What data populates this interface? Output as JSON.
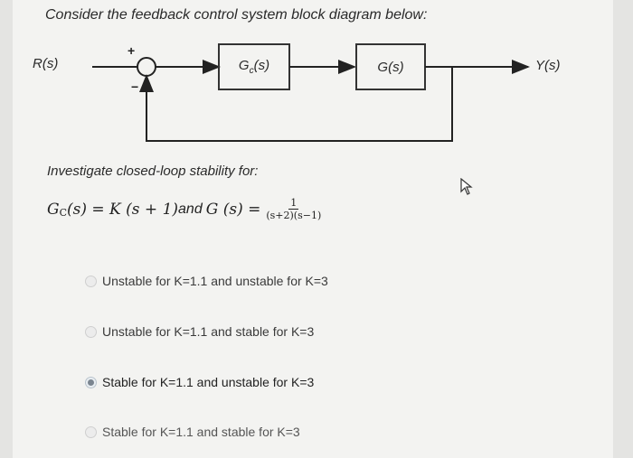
{
  "question": {
    "prompt": "Consider the feedback control system block diagram below:",
    "diagram": {
      "input_label": "R(s)",
      "output_label": "Y(s)",
      "controller_label": "Gc(s)",
      "plant_label": "G(s)",
      "plus_sign": "+",
      "minus_sign": "−"
    },
    "instruction": "Investigate closed-loop stability for:",
    "formula": {
      "lhs": "G",
      "lhs_sub": "C",
      "lhs_rest": " (s) = K (s + 1)",
      "and_text": "and",
      "rhs": "G (s) =",
      "numerator": "1",
      "denominator": "(s+2)(s−1)"
    }
  },
  "options": [
    {
      "label": "Unstable for K=1.1 and unstable for K=3",
      "selected": false
    },
    {
      "label": "Unstable for K=1.1 and stable for K=3",
      "selected": false
    },
    {
      "label": "Stable for K=1.1 and unstable for K=3",
      "selected": true
    },
    {
      "label": "Stable for K=1.1 and stable for K=3",
      "selected": false
    }
  ],
  "colors": {
    "background": "#f3f3f1",
    "text": "#2a2a2a",
    "radio_selected_dot": "#7b8590"
  },
  "icons": {
    "cursor": "mouse-pointer-icon"
  }
}
